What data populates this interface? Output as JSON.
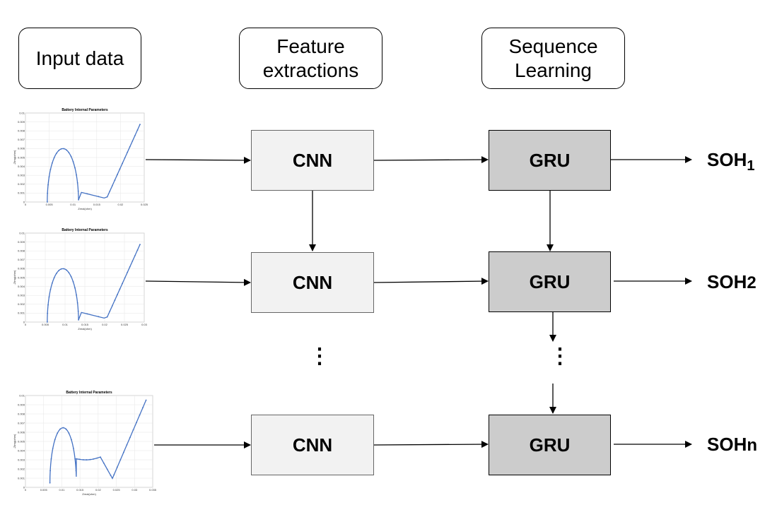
{
  "headers": {
    "input": "Input data",
    "feature": "Feature extractions",
    "sequence": "Sequence Learning"
  },
  "rows": [
    {
      "cnn_label": "CNN",
      "gru_label": "GRU",
      "soh_main": "SOH",
      "soh_sub": "1"
    },
    {
      "cnn_label": "CNN",
      "gru_label": "GRU",
      "soh_main": "SOH",
      "soh_sub": "2"
    },
    {
      "cnn_label": "CNN",
      "gru_label": "GRU",
      "soh_main": "SOH",
      "soh_sub": "n"
    }
  ],
  "ellipsis": "⋮",
  "plots": [
    {
      "title": "Battery Internal Parameters",
      "xlabel": "Zreal(ohm)",
      "ylabel": "-Zimg(ohm)",
      "xticks": [
        "0",
        "0.005",
        "0.01",
        "0.015",
        "0.02",
        "0.025"
      ],
      "yticks": [
        "0",
        "0.001",
        "0.002",
        "0.003",
        "0.004",
        "0.005",
        "0.006",
        "0.007",
        "0.008",
        "0.009",
        "0.01"
      ]
    },
    {
      "title": "Battery Internal Parameters",
      "xlabel": "Zreal(ohm)",
      "ylabel": "-Zimg(ohm)",
      "xticks": [
        "0",
        "0.005",
        "0.01",
        "0.015",
        "0.02",
        "0.025",
        "0.03"
      ],
      "yticks": [
        "0",
        "0.001",
        "0.002",
        "0.003",
        "0.004",
        "0.005",
        "0.006",
        "0.007",
        "0.008",
        "0.009",
        "0.01"
      ]
    },
    {
      "title": "Battery Internal Parameters",
      "xlabel": "Zreal(ohm)",
      "ylabel": "-Zimg(ohm)",
      "xticks": [
        "0",
        "0.005",
        "0.01",
        "0.015",
        "0.02",
        "0.025",
        "0.03",
        "0.035"
      ],
      "yticks": [
        "0",
        "0.001",
        "0.002",
        "0.003",
        "0.004",
        "0.005",
        "0.006",
        "0.007",
        "0.008",
        "0.009",
        "0.01"
      ]
    }
  ],
  "colors": {
    "curve": "#4472c4",
    "cnn_fill": "#f2f2f2",
    "gru_fill": "#cccccc"
  }
}
